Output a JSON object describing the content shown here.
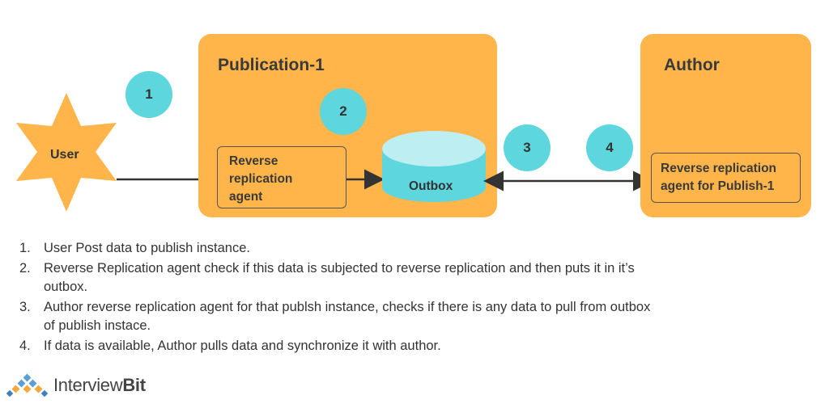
{
  "diagram": {
    "user_label": "User",
    "publication_title": "Publication-1",
    "reverse_agent_lines": [
      "Reverse",
      "replication",
      "agent"
    ],
    "outbox_label": "Outbox",
    "author_title": "Author",
    "author_agent_lines": [
      "Reverse replication",
      "agent for Publish-1"
    ],
    "steps": [
      "1",
      "2",
      "3",
      "4"
    ],
    "colors": {
      "box": "#ffb549",
      "circle": "#5dd6dd",
      "cylinder_top": "#bdeef2",
      "cylinder_body": "#5dd6dd",
      "star": "#ffb549"
    }
  },
  "notes": [
    {
      "num": "1.",
      "lines": [
        "User Post data to publish instance."
      ]
    },
    {
      "num": "2.",
      "lines": [
        "Reverse Replication agent check if this data is subjected to reverse replication and then puts it in it’s",
        "outbox."
      ]
    },
    {
      "num": "3.",
      "lines": [
        "Author reverse replication agent for that publsh instance, checks if there is any data to pull from outbox",
        "of publish instace."
      ]
    },
    {
      "num": "4.",
      "lines": [
        "If data is available, Author pulls data and synchronize it with author."
      ]
    }
  ],
  "logo": {
    "brand_name": "InterviewBit",
    "brand_part1": "Interview",
    "brand_part2": "Bit",
    "icon": "interviewbit-logo-icon"
  }
}
